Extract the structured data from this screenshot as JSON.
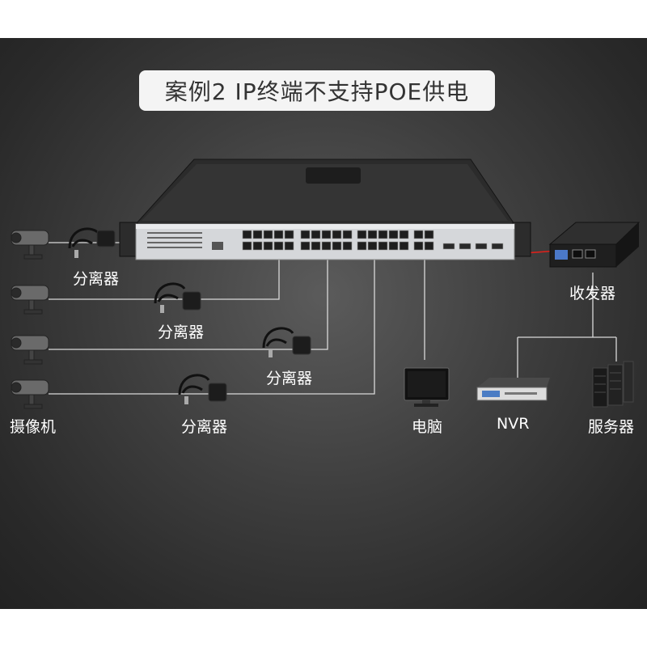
{
  "title": "案例2 IP终端不支持POE供电",
  "labels": {
    "splitter_1": "分离器",
    "splitter_2": "分离器",
    "splitter_3": "分离器",
    "splitter_4": "分离器",
    "camera": "摄像机",
    "computer": "电脑",
    "nvr": "NVR",
    "server": "服务器",
    "transceiver": "收发器"
  },
  "colors": {
    "background": "#3a3a3a",
    "lines": "#d9d9d9",
    "fiber": "#e0201a"
  },
  "icons": [
    "camera-icon",
    "splitter-icon",
    "switch-icon",
    "monitor-icon",
    "nvr-icon",
    "server-icon",
    "transceiver-icon"
  ]
}
